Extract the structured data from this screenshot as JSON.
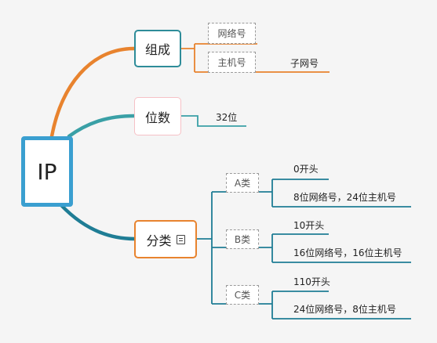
{
  "root": {
    "label": "IP"
  },
  "branches": {
    "composition": {
      "label": "组成",
      "children": [
        {
          "label": "网络号"
        },
        {
          "label": "主机号",
          "child": "子网号"
        }
      ]
    },
    "bits": {
      "label": "位数",
      "child": "32位"
    },
    "classes": {
      "label": "分类",
      "icon": "note-icon",
      "children": [
        {
          "label": "A类",
          "details": [
            "0开头",
            "8位网络号，24位主机号"
          ]
        },
        {
          "label": "B类",
          "details": [
            "10开头",
            "16位网络号，16位主机号"
          ]
        },
        {
          "label": "C类",
          "details": [
            "110开头",
            "24位网络号，8位主机号"
          ]
        }
      ]
    }
  },
  "colors": {
    "orange": "#e8832e",
    "teal": "#2e8c99",
    "blue": "#1f7d95",
    "rootBorder": "#3a9fd0"
  }
}
